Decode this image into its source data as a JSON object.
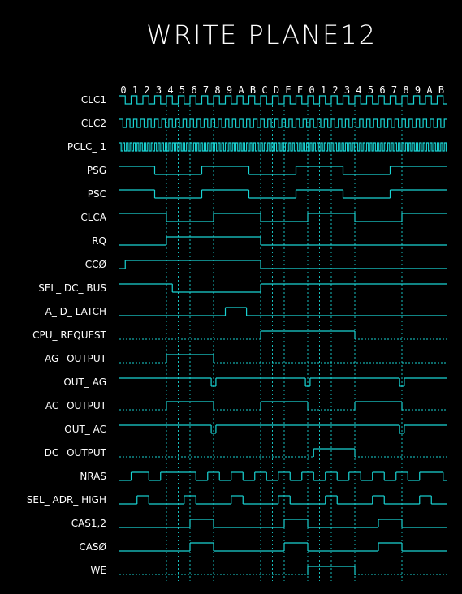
{
  "title": "WRITE PLANE12",
  "columns": [
    "0",
    "1",
    "2",
    "3",
    "4",
    "5",
    "6",
    "7",
    "8",
    "9",
    "A",
    "B",
    "C",
    "D",
    "E",
    "F",
    "0",
    "1",
    "2",
    "3",
    "4",
    "5",
    "6",
    "7",
    "8",
    "9",
    "A",
    "B"
  ],
  "colors": {
    "background": "#000000",
    "trace": "#19d3d3",
    "text": "#ffffff"
  },
  "signals": [
    {
      "name": "CLC1",
      "type": "clock",
      "period": 1,
      "start": "high"
    },
    {
      "name": "CLC2",
      "type": "clock",
      "period": 0.6,
      "start": "high"
    },
    {
      "name": "PCLC_1",
      "type": "clock",
      "period": 0.3,
      "start": "high"
    },
    {
      "name": "PSG",
      "type": "wave",
      "init": 1,
      "edges": [
        3.0,
        7.0,
        11.0,
        15.0,
        19.0,
        23.0
      ]
    },
    {
      "name": "PSC",
      "type": "wave",
      "init": 1,
      "edges": [
        3.0,
        7.0,
        11.0,
        15.0,
        19.0,
        23.0
      ]
    },
    {
      "name": "CLCA",
      "type": "wave",
      "init": 1,
      "edges": [
        4.0,
        8.0,
        12.0,
        16.0,
        20.0,
        24.0
      ]
    },
    {
      "name": "RQ",
      "type": "wave",
      "init": 0,
      "edges": [
        4.0,
        12.0
      ]
    },
    {
      "name": "CC0",
      "type": "wave",
      "init": 0,
      "edges": [
        0.5,
        12.0
      ]
    },
    {
      "name": "SEL_DC_BUS",
      "type": "wave",
      "init": 1,
      "edges": [
        4.5,
        12.0
      ]
    },
    {
      "name": "A_D_LATCH",
      "type": "wave",
      "init": 0,
      "edges": [
        9.0,
        10.8
      ]
    },
    {
      "name": "CPU_REQUEST",
      "type": "wave",
      "init": 0,
      "dash_init": true,
      "edges": [
        12.0,
        20.0
      ]
    },
    {
      "name": "AG_OUTPUT",
      "type": "wave",
      "init": 0,
      "dash_init": true,
      "edges": [
        4.0,
        8.0
      ]
    },
    {
      "name": "OUT_AG",
      "type": "wave",
      "init": 1,
      "edges": [
        7.8,
        8.2,
        15.8,
        16.2,
        23.8,
        24.2
      ]
    },
    {
      "name": "AC_OUTPUT",
      "type": "wave",
      "init": 0,
      "dash_init": true,
      "edges": [
        4.0,
        8.0,
        12.0,
        16.0,
        20.0,
        24.0
      ]
    },
    {
      "name": "OUT_AC",
      "type": "wave",
      "init": 1,
      "edges": [
        7.8,
        8.2,
        23.8,
        24.2
      ]
    },
    {
      "name": "DC_OUTPUT",
      "type": "wave",
      "init": 0,
      "dash_init": true,
      "edges": [
        16.5,
        20.0
      ]
    },
    {
      "name": "NRAS",
      "type": "wave",
      "init": 0,
      "edges": [
        1.0,
        2.5,
        3.5,
        6.5,
        7.5,
        8.5,
        9.5,
        10.5,
        11.5,
        12.5,
        13.5,
        14.5,
        15.5,
        16.5,
        17.5,
        18.5,
        19.5,
        20.5,
        21.5,
        22.5,
        23.5,
        24.5,
        25.5,
        27.5
      ]
    },
    {
      "name": "SEL_ADR_HIGH",
      "type": "wave",
      "init": 0,
      "edges": [
        1.5,
        2.5,
        5.5,
        6.5,
        9.5,
        10.5,
        13.5,
        14.5,
        17.5,
        18.5,
        21.5,
        22.5,
        25.5,
        26.5
      ]
    },
    {
      "name": "CAS1,2",
      "type": "wave",
      "init": 0,
      "edges": [
        6.0,
        8.0,
        14.0,
        16.0,
        22.0,
        24.0
      ]
    },
    {
      "name": "CAS0",
      "type": "wave",
      "init": 0,
      "edges": [
        6.0,
        8.0,
        14.0,
        16.0,
        22.0,
        24.0
      ]
    },
    {
      "name": "WE",
      "type": "wave",
      "init": 0,
      "dash_init": true,
      "edges": [
        16.0,
        20.0
      ]
    }
  ],
  "labels": {
    "CLC1": "CLC1",
    "CLC2": "CLC2",
    "PCLC_1": "PCLC_ 1",
    "PSG": "PSG",
    "PSC": "PSC",
    "CLCA": "CLCA",
    "RQ": "RQ",
    "CC0": "CCØ",
    "SEL_DC_BUS": "SEL_ DC_ BUS",
    "A_D_LATCH": "A_ D_ LATCH",
    "CPU_REQUEST": "CPU_ REQUEST",
    "AG_OUTPUT": "AG_ OUTPUT",
    "OUT_AG": "OUT_ AG",
    "AC_OUTPUT": "AC_ OUTPUT",
    "OUT_AC": "OUT_ AC",
    "DC_OUTPUT": "DC_ OUTPUT",
    "NRAS": "NRAS",
    "SEL_ADR_HIGH": "SEL_ ADR_ HIGH",
    "CAS1,2": "CAS1,2",
    "CAS0": "CASØ",
    "WE": "WE"
  }
}
